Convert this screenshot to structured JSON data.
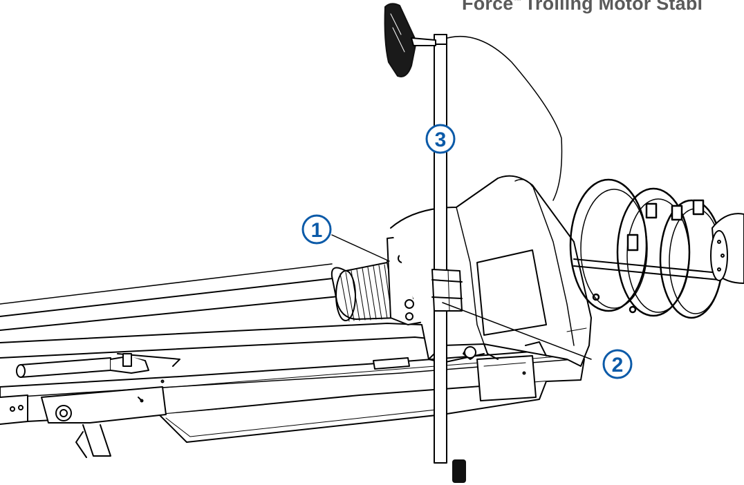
{
  "header": {
    "title_main": "Force",
    "title_mark": "™",
    "title_rest": "Trolling Motor Stabi"
  },
  "callouts": [
    {
      "label": "1"
    },
    {
      "label": "2"
    },
    {
      "label": "3"
    }
  ],
  "colors": {
    "callout": "#0b5aa8",
    "line": "#000000",
    "title": "#5a5a5a"
  }
}
